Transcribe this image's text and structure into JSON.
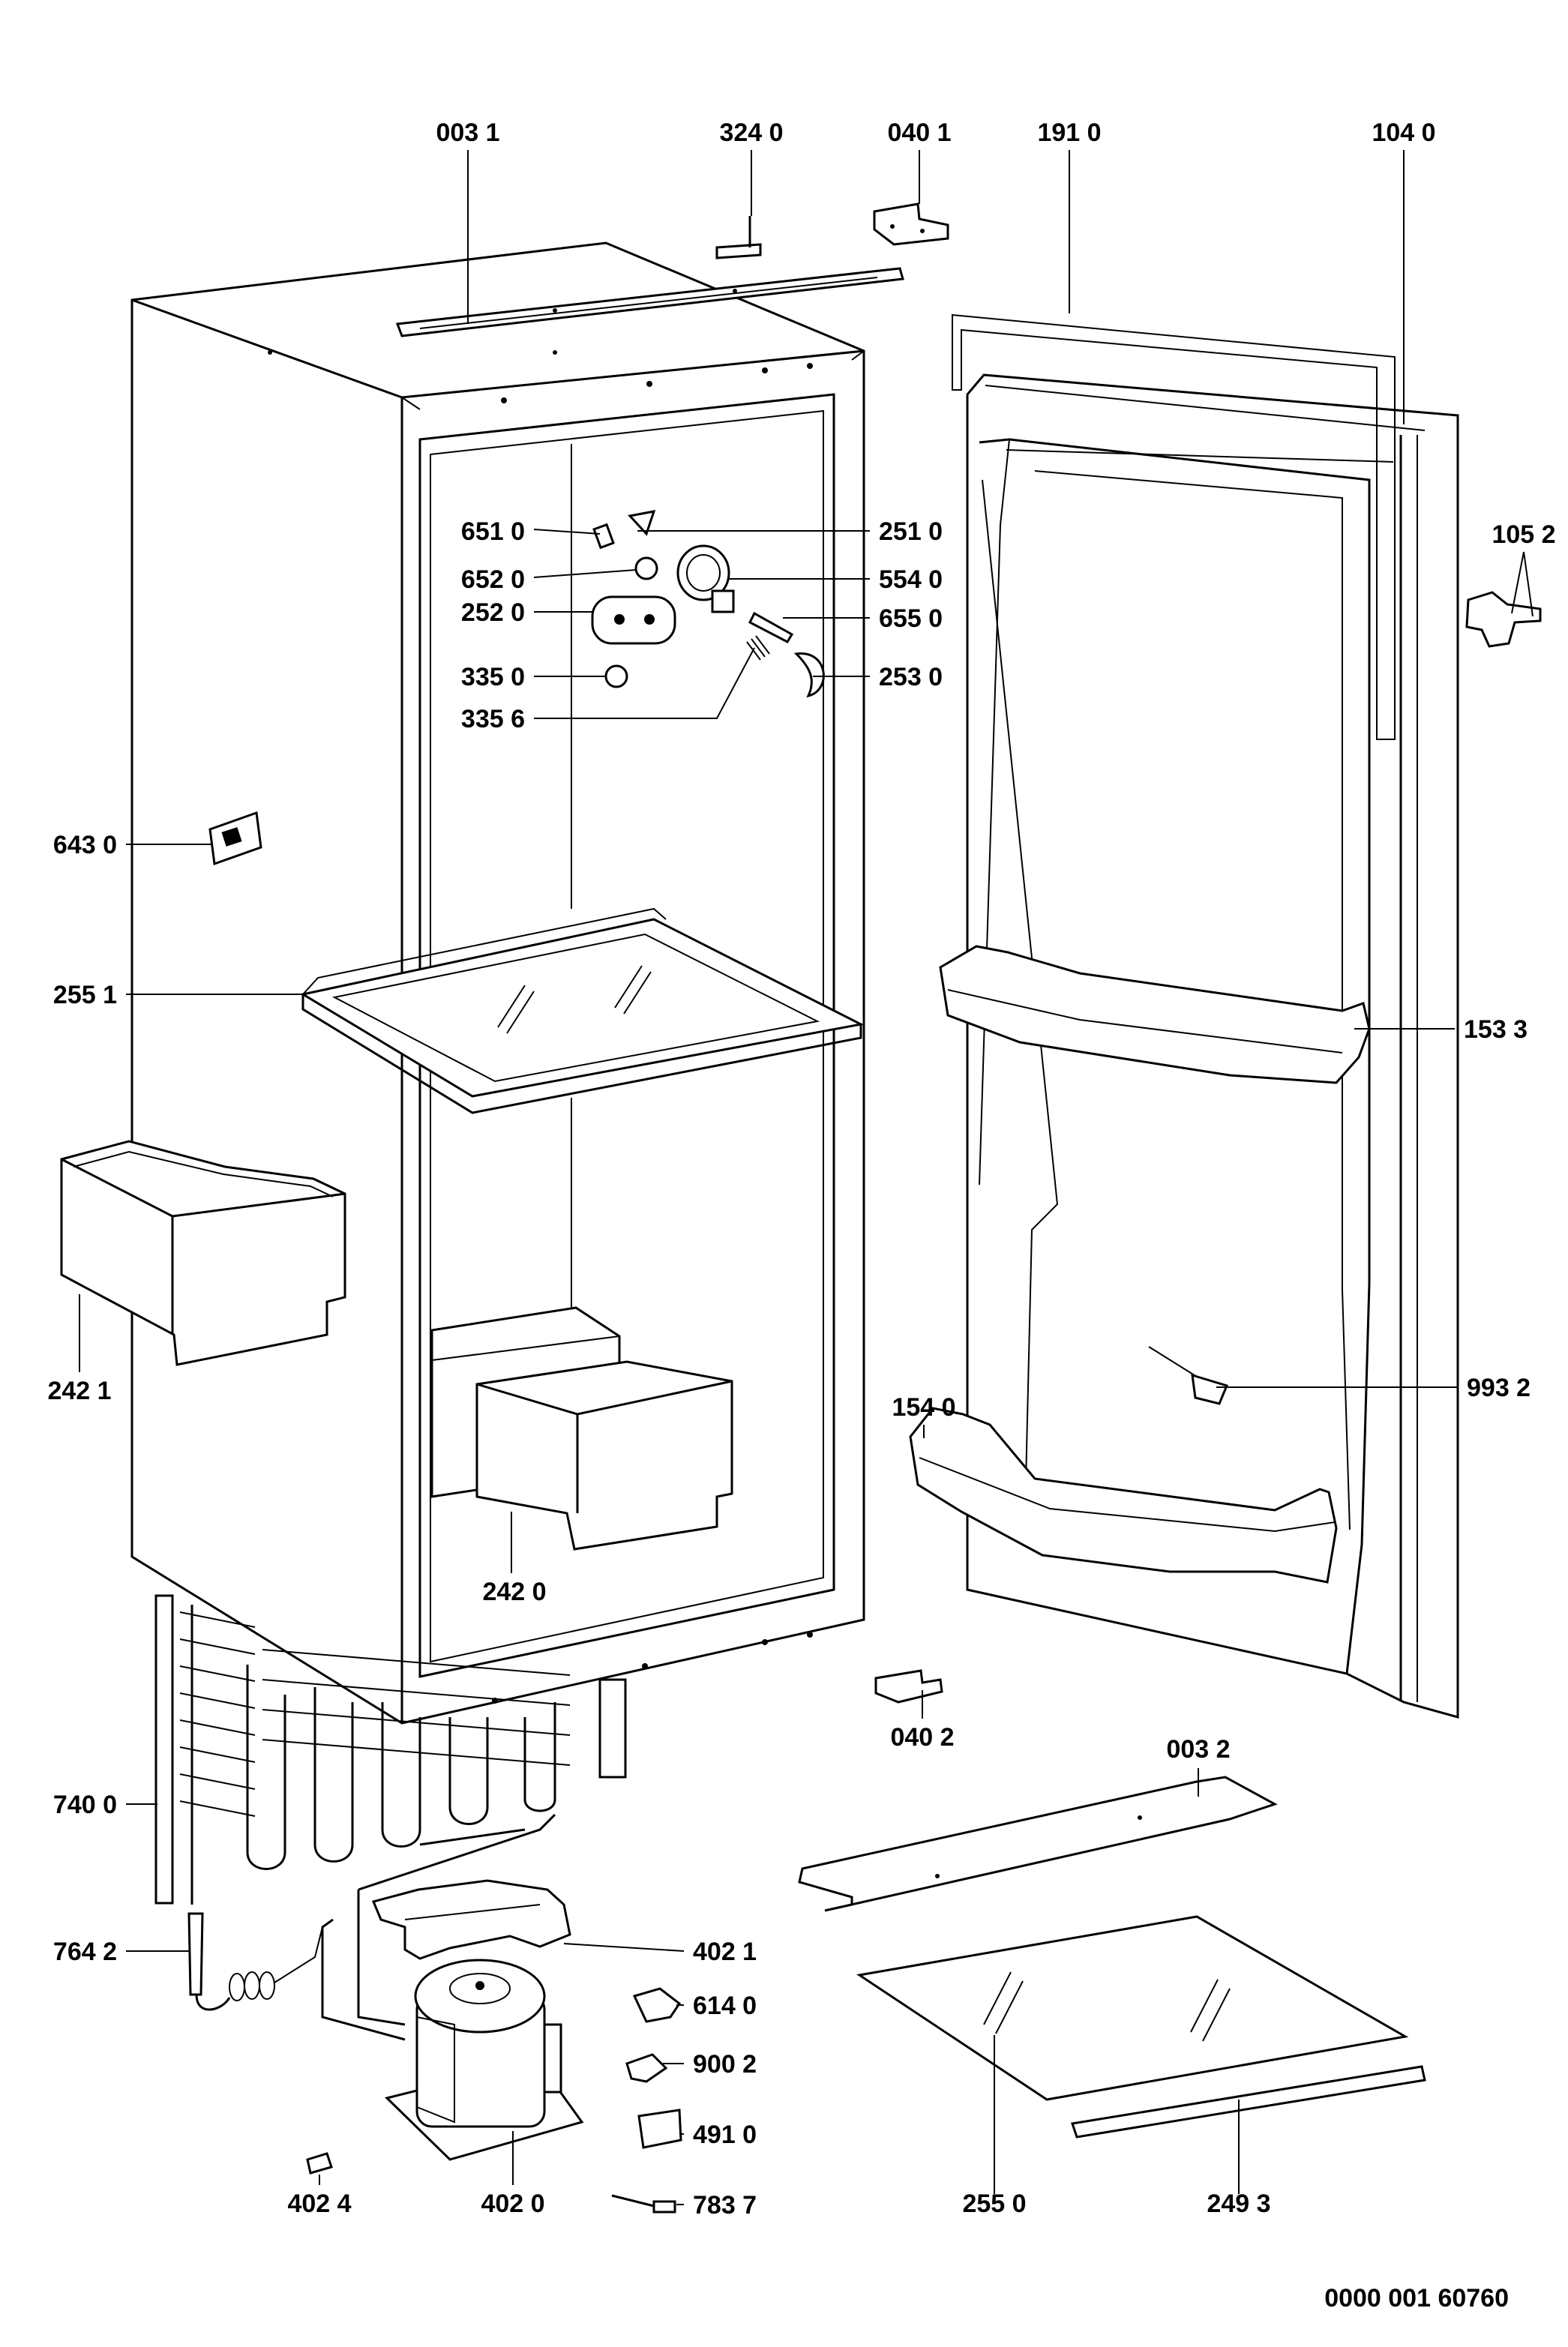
{
  "drawing_number": "0000 001 60760",
  "callouts": [
    {
      "id": "c0031",
      "label": "003 1"
    },
    {
      "id": "c3240",
      "label": "324 0"
    },
    {
      "id": "c0401",
      "label": "040 1"
    },
    {
      "id": "c1910",
      "label": "191 0"
    },
    {
      "id": "c1040",
      "label": "104 0"
    },
    {
      "id": "c6510",
      "label": "651 0"
    },
    {
      "id": "c2510",
      "label": "251 0"
    },
    {
      "id": "c6520",
      "label": "652 0"
    },
    {
      "id": "c5540",
      "label": "554 0"
    },
    {
      "id": "c2520",
      "label": "252 0"
    },
    {
      "id": "c6550",
      "label": "655 0"
    },
    {
      "id": "c3350",
      "label": "335 0"
    },
    {
      "id": "c2530",
      "label": "253 0"
    },
    {
      "id": "c3356",
      "label": "335 6"
    },
    {
      "id": "c1052",
      "label": "105 2"
    },
    {
      "id": "c6430",
      "label": "643 0"
    },
    {
      "id": "c2551",
      "label": "255 1"
    },
    {
      "id": "c1533",
      "label": "153 3"
    },
    {
      "id": "c2421",
      "label": "242 1"
    },
    {
      "id": "c1540",
      "label": "154 0"
    },
    {
      "id": "c9932",
      "label": "993 2"
    },
    {
      "id": "c2420",
      "label": "242 0"
    },
    {
      "id": "c0402",
      "label": "040 2"
    },
    {
      "id": "c0032",
      "label": "003 2"
    },
    {
      "id": "c7400",
      "label": "740 0"
    },
    {
      "id": "c7642",
      "label": "764 2"
    },
    {
      "id": "c4021",
      "label": "402 1"
    },
    {
      "id": "c6140",
      "label": "614 0"
    },
    {
      "id": "c9002",
      "label": "900 2"
    },
    {
      "id": "c4910",
      "label": "491 0"
    },
    {
      "id": "c4024",
      "label": "402 4"
    },
    {
      "id": "c4020",
      "label": "402 0"
    },
    {
      "id": "c7837",
      "label": "783 7"
    },
    {
      "id": "c2550",
      "label": "255 0"
    },
    {
      "id": "c2493",
      "label": "249 3"
    }
  ]
}
